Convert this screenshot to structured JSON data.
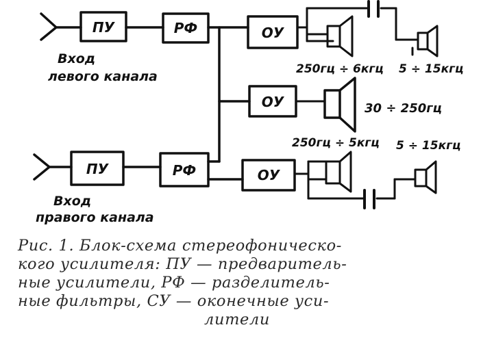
{
  "blocks": {
    "pre_amp": "ПУ",
    "filter": "РФ",
    "output_amp": "ОУ"
  },
  "labels": {
    "left_input": [
      "Вход",
      "левого канала"
    ],
    "right_input": [
      "Вход",
      "правого канала"
    ],
    "top_mid_range": "250гц ÷ 6кгц",
    "top_high_range": "5 ÷ 15кгц",
    "bass_range": "30 ÷ 250гц",
    "bottom_mid_range": "250гц ÷ 5кгц",
    "bottom_high_range": "5 ÷ 15кгц"
  },
  "caption": {
    "lines": [
      "Рис. 1. Блок-схема стереофоническо-",
      "кого усилителя: ПУ — предваритель-",
      "ные усилители,  РФ — разделитель-",
      "ные фильтры, СУ — оконечные уси-",
      "лители"
    ]
  }
}
